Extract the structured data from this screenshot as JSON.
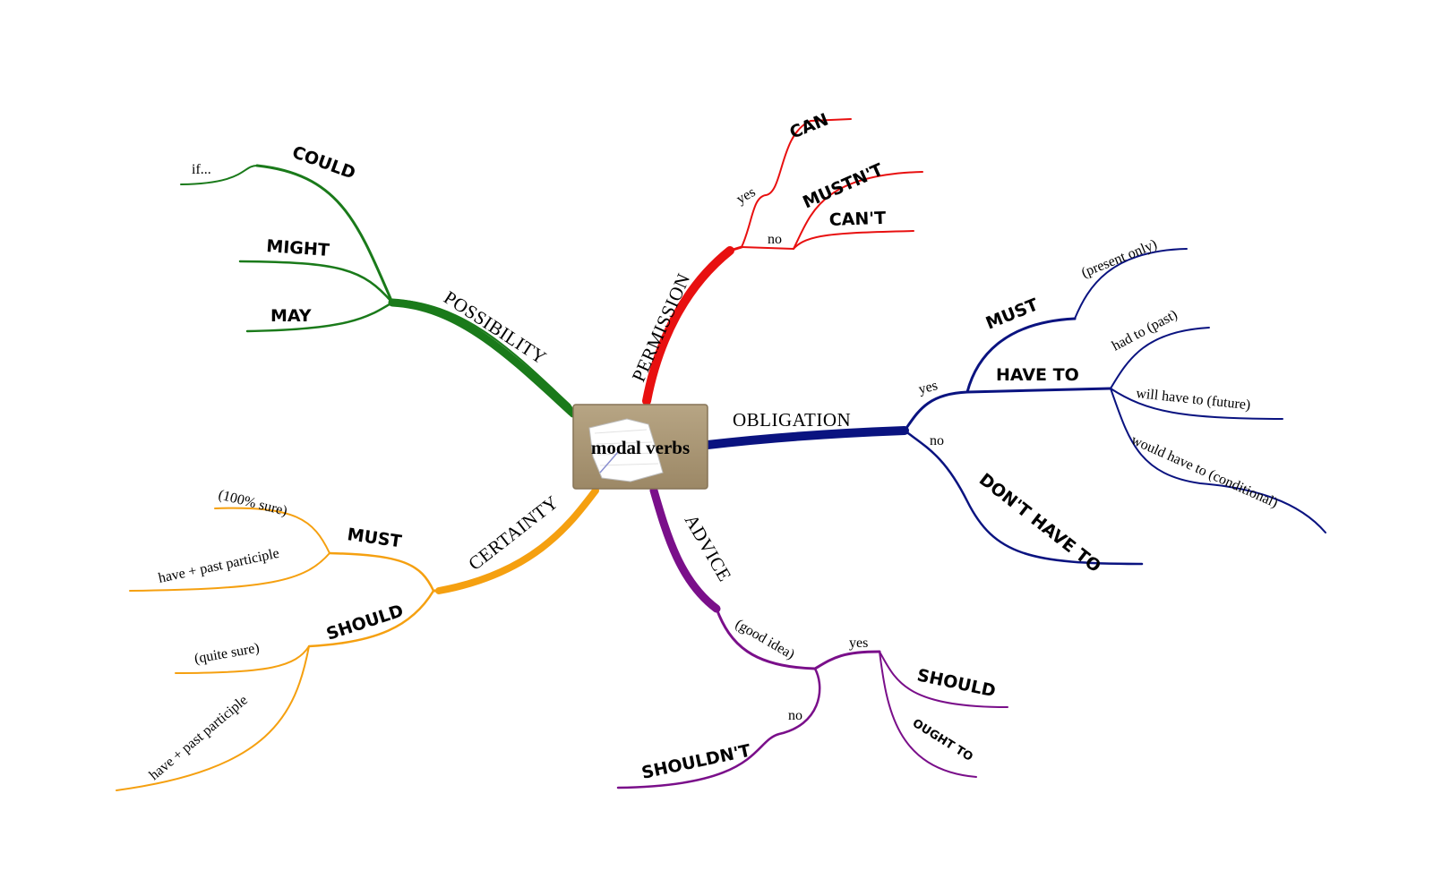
{
  "center": {
    "label": "modal verbs"
  },
  "colors": {
    "possibility": "#1a7a1a",
    "permission": "#e81010",
    "obligation": "#0a1380",
    "advice": "#7a0f8a",
    "certainty": "#f5a010",
    "center_box": "#a89473"
  },
  "branches": {
    "possibility": {
      "label": "POSSIBILITY",
      "could": "COULD",
      "could_note": "if...",
      "might": "MIGHT",
      "may": "MAY"
    },
    "permission": {
      "label": "PERMISSION",
      "yes": "yes",
      "no": "no",
      "can": "CAN",
      "mustnt": "MUSTN'T",
      "cant": "CAN'T"
    },
    "obligation": {
      "label": "OBLIGATION",
      "yes": "yes",
      "no": "no",
      "must": "MUST",
      "must_note": "(present only)",
      "have_to": "HAVE TO",
      "had_to": "had to (past)",
      "will_have_to": "will have to (future)",
      "would_have_to": "would have to (conditional)",
      "dont_have_to": "DON'T HAVE TO"
    },
    "advice": {
      "label": "ADVICE",
      "note": "(good idea)",
      "yes": "yes",
      "no": "no",
      "should": "SHOULD",
      "ought_to": "OUGHT TO",
      "shouldnt": "SHOULDN'T"
    },
    "certainty": {
      "label": "CERTAINTY",
      "must": "MUST",
      "must_note": "(100% sure)",
      "must_pp": "have + past participle",
      "should": "SHOULD",
      "should_note": "(quite sure)",
      "should_pp": "have + past participle"
    }
  }
}
